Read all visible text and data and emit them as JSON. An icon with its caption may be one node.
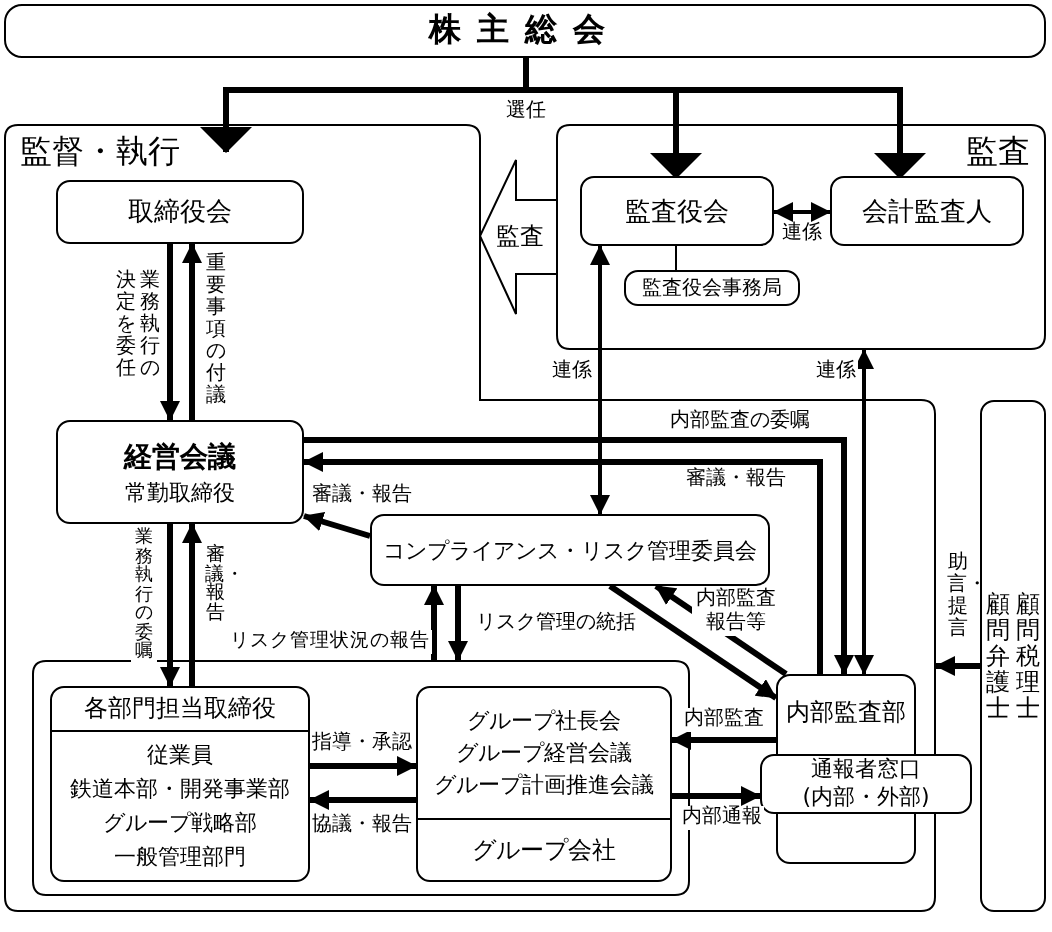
{
  "diagram": {
    "nodes": [
      {
        "text": [
          "株主総会"
        ]
      },
      {
        "text": [
          "監督・執行"
        ]
      },
      {
        "text": [
          "取締役会"
        ],
        "in": 1
      },
      {
        "text": [
          "経営会議",
          "常勤取締役"
        ],
        "in": 1
      },
      {
        "text": [
          "コンプライアンス・リスク管理委員会"
        ],
        "in": 1
      },
      {
        "text": [],
        "shape": "box",
        "in": 1
      },
      {
        "text": [
          "各部門担当取締役",
          "従業員",
          "鉄道本部・開発事業部",
          "グループ戦略部",
          "一般管理部門"
        ],
        "in": 5
      },
      {
        "text": [
          "グループ社長会",
          "グループ経営会議",
          "グループ計画推進会議",
          "グループ会社"
        ],
        "in": 5
      },
      {
        "text": [
          "内部監査部"
        ],
        "in": 1
      },
      {
        "text": [
          "通報者窓口",
          "(内部・外部)"
        ]
      },
      {
        "text": [
          "監査"
        ]
      },
      {
        "text": [
          "監査役会"
        ],
        "in": 10
      },
      {
        "text": [
          "会計監査人"
        ],
        "in": 10
      },
      {
        "text": [
          "監査役会事務局"
        ],
        "in": 10
      },
      {
        "text": [
          "顧問弁護士",
          "顧問税理士"
        ]
      }
    ],
    "edges": [
      {
        "from": 0,
        "to": 1,
        "arrow": "to",
        "label": "選任"
      },
      {
        "from": 0,
        "to": 11,
        "arrow": "to"
      },
      {
        "from": 0,
        "to": 12,
        "arrow": "to"
      },
      {
        "from": 2,
        "to": 3,
        "arrow": "to",
        "label": "業務執行の決定を委任"
      },
      {
        "from": 3,
        "to": 2,
        "arrow": "to",
        "label": "重要事項の付議"
      },
      {
        "from": 11,
        "to": 12,
        "arrow": "both",
        "label": "連係"
      },
      {
        "from": 10,
        "to": 1,
        "arrow": "to",
        "label": "監査"
      },
      {
        "from": 4,
        "to": 11,
        "arrow": "both",
        "label": "連係"
      },
      {
        "from": 8,
        "to": 10,
        "arrow": "both",
        "label": "連係"
      },
      {
        "from": 3,
        "to": 8,
        "arrow": "to",
        "label": "内部監査の委嘱"
      },
      {
        "from": 8,
        "to": 3,
        "arrow": "to",
        "label": "審議・報告"
      },
      {
        "from": 4,
        "to": 3,
        "arrow": "to",
        "label": "審議・報告"
      },
      {
        "from": 3,
        "to": 6,
        "arrow": "to",
        "label": "業務執行の委嘱"
      },
      {
        "from": 6,
        "to": 3,
        "arrow": "to",
        "label": "審議・報告"
      },
      {
        "from": 5,
        "to": 4,
        "arrow": "to",
        "label": "リスク管理状況の報告"
      },
      {
        "from": 4,
        "to": 5,
        "arrow": "to",
        "label": "リスク管理の統括"
      },
      {
        "from": 4,
        "to": 8,
        "arrow": "to"
      },
      {
        "from": 8,
        "to": 4,
        "arrow": "to",
        "label": "内部監査報告等"
      },
      {
        "from": 6,
        "to": 7,
        "arrow": "to",
        "label": "指導・承認"
      },
      {
        "from": 7,
        "to": 6,
        "arrow": "to",
        "label": "協議・報告"
      },
      {
        "from": 8,
        "to": 7,
        "arrow": "to",
        "label": "内部監査"
      },
      {
        "from": 7,
        "to": 9,
        "arrow": "to",
        "label": "内部通報"
      },
      {
        "from": 14,
        "to": 1,
        "arrow": "to",
        "label": "助言・提言"
      },
      {
        "from": 11,
        "to": 13,
        "arrow": "none"
      }
    ]
  }
}
